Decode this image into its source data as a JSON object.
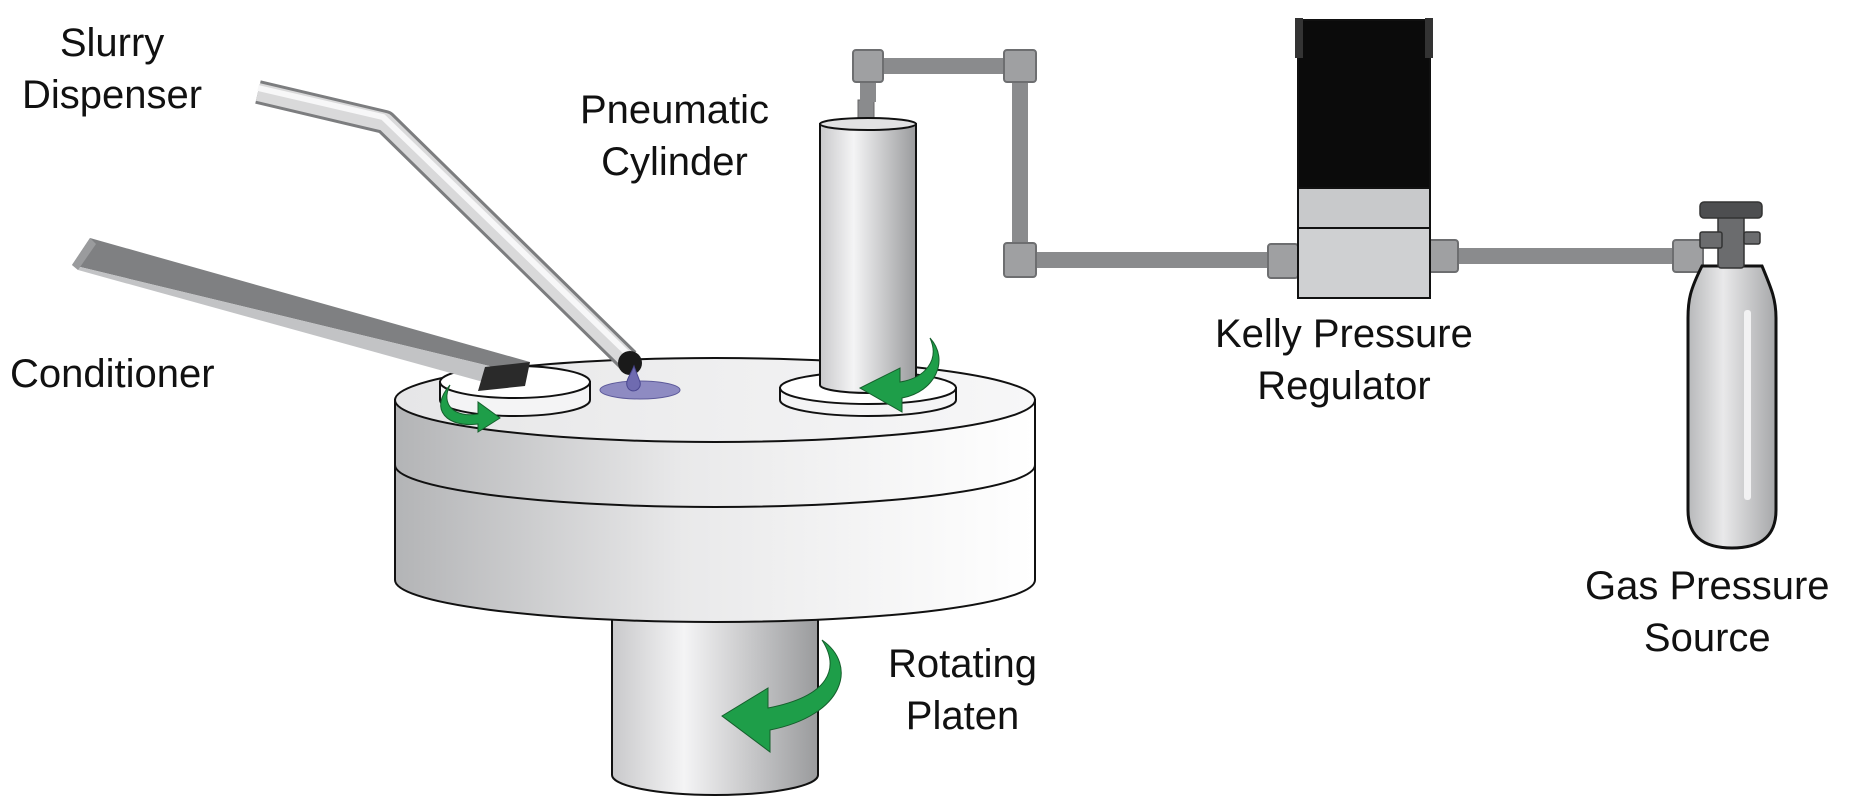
{
  "labels": {
    "slurry_dispenser": [
      "Slurry",
      "Dispenser"
    ],
    "conditioner": "Conditioner",
    "pneumatic_cylinder": [
      "Pneumatic",
      "Cylinder"
    ],
    "kelly_pressure_regulator": [
      "Kelly Pressure",
      "Regulator"
    ],
    "gas_pressure_source": [
      "Gas Pressure",
      "Source"
    ],
    "rotating_platen": [
      "Rotating",
      "Platen"
    ]
  },
  "colors": {
    "rotation_arrow": "#1e9e49",
    "pipe": "#8a8b8d",
    "regulator_top": "#0b0b0b",
    "slurry_drop": "#6f6bb0"
  }
}
